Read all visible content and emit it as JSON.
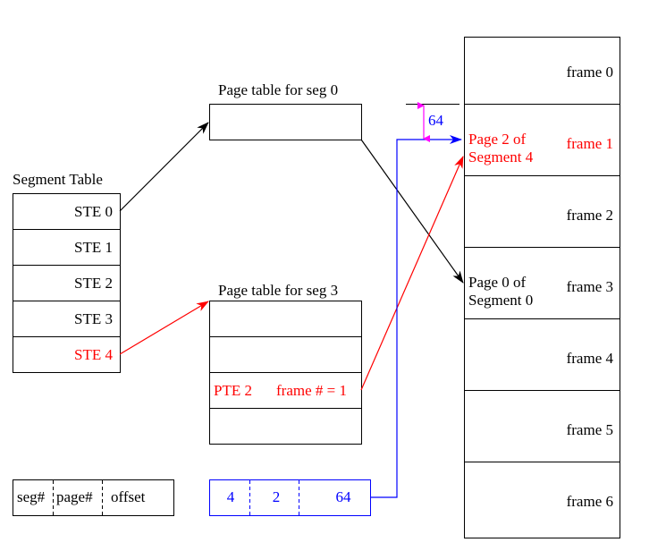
{
  "colors": {
    "black": "#000000",
    "red": "#ff0000",
    "blue": "#0000ff",
    "magenta": "#ff00ff"
  },
  "segment_table": {
    "title": "Segment Table",
    "entries": [
      "STE 0",
      "STE 1",
      "STE 2",
      "STE 3",
      "STE 4"
    ],
    "highlighted_index": 4
  },
  "page_table_seg0": {
    "title": "Page table for seg 0"
  },
  "page_table_seg3": {
    "title": "Page table for seg 3",
    "rows": [
      "",
      "",
      "PTE 2    frame # = 1",
      ""
    ],
    "pte_label": "PTE 2",
    "frame_label": "frame # = 1",
    "highlighted_index": 2
  },
  "address_format": {
    "fields": [
      "seg#",
      "page#",
      "offset"
    ]
  },
  "address_example": {
    "fields": [
      "4",
      "2",
      "64"
    ]
  },
  "offset_marker": {
    "label": "64"
  },
  "physical_memory": {
    "frames": [
      {
        "label": "frame 0",
        "note": []
      },
      {
        "label": "frame 1",
        "note": [
          "Page 2 of",
          "Segment 4"
        ],
        "highlight": true
      },
      {
        "label": "frame 2",
        "note": []
      },
      {
        "label": "frame 3",
        "note": [
          "Page 0 of",
          "Segment 0"
        ]
      },
      {
        "label": "frame 4",
        "note": []
      },
      {
        "label": "frame 5",
        "note": []
      },
      {
        "label": "frame 6",
        "note": []
      }
    ]
  }
}
